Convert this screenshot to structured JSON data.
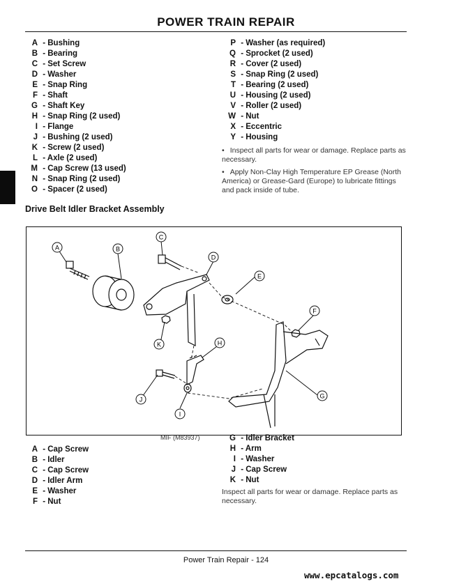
{
  "header": {
    "title": "POWER TRAIN   REPAIR"
  },
  "parts_list_top": {
    "left": [
      {
        "key": "A",
        "label": "Bushing"
      },
      {
        "key": "B",
        "label": "Bearing"
      },
      {
        "key": "C",
        "label": "Set Screw"
      },
      {
        "key": "D",
        "label": "Washer"
      },
      {
        "key": "E",
        "label": "Snap Ring"
      },
      {
        "key": "F",
        "label": "Shaft"
      },
      {
        "key": "G",
        "label": "Shaft Key"
      },
      {
        "key": "H",
        "label": "Snap Ring (2 used)"
      },
      {
        "key": "I",
        "label": "Flange"
      },
      {
        "key": "J",
        "label": "Bushing (2 used)"
      },
      {
        "key": "K",
        "label": "Screw (2 used)"
      },
      {
        "key": "L",
        "label": "Axle (2 used)"
      },
      {
        "key": "M",
        "label": "Cap Screw (13 used)"
      },
      {
        "key": "N",
        "label": "Snap Ring (2 used)"
      },
      {
        "key": "O",
        "label": "Spacer (2 used)"
      }
    ],
    "right": [
      {
        "key": "P",
        "label": "Washer (as required)"
      },
      {
        "key": "Q",
        "label": "Sprocket (2 used)"
      },
      {
        "key": "R",
        "label": "Cover (2 used)"
      },
      {
        "key": "S",
        "label": "Snap Ring (2 used)"
      },
      {
        "key": "T",
        "label": "Bearing (2 used)"
      },
      {
        "key": "U",
        "label": "Housing (2 used)"
      },
      {
        "key": "V",
        "label": "Roller (2 used)"
      },
      {
        "key": "W",
        "label": "Nut"
      },
      {
        "key": "X",
        "label": "Eccentric"
      },
      {
        "key": "Y",
        "label": "Housing"
      }
    ],
    "notes": [
      "Inspect all parts for wear or damage. Replace parts as necessary.",
      "Apply Non-Clay High Temperature EP Grease (North America) or Grease-Gard (Europe) to lubricate fittings and pack inside of tube."
    ]
  },
  "section": {
    "title": "Drive Belt Idler Bracket Assembly"
  },
  "figure": {
    "id": "MIF (M83937)",
    "callouts": [
      "A",
      "B",
      "C",
      "D",
      "E",
      "F",
      "G",
      "H",
      "I",
      "J",
      "K"
    ]
  },
  "parts_list_bottom": {
    "left": [
      {
        "key": "A",
        "label": "Cap Screw"
      },
      {
        "key": "B",
        "label": "Idler"
      },
      {
        "key": "C",
        "label": "Cap Screw"
      },
      {
        "key": "D",
        "label": "Idler Arm"
      },
      {
        "key": "E",
        "label": "Washer"
      },
      {
        "key": "F",
        "label": "Nut"
      }
    ],
    "right": [
      {
        "key": "G",
        "label": "Idler Bracket"
      },
      {
        "key": "H",
        "label": "Arm"
      },
      {
        "key": "I",
        "label": "Washer"
      },
      {
        "key": "J",
        "label": "Cap Screw"
      },
      {
        "key": "K",
        "label": "Nut"
      }
    ],
    "note": "Inspect all parts for wear or damage. Replace parts as necessary."
  },
  "footer": {
    "text": "Power Train   Repair - 124"
  },
  "watermark": {
    "text": "www.epcatalogs.com"
  }
}
